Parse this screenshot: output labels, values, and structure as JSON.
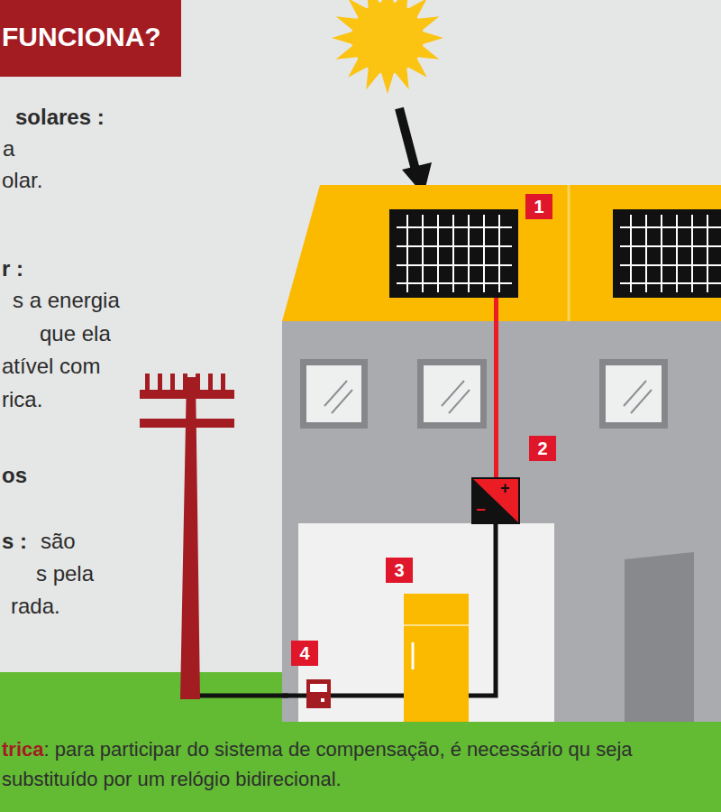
{
  "diagram": {
    "title": "FUNCIONA?",
    "nodes": [
      {
        "text": [
          "trica",
          ": para participar do sistema de compensação, é necessário qu seja substituído por um relógio bidirecional."
        ]
      }
    ],
    "labels": [
      "solares :",
      "a",
      "olar.",
      "r :",
      "s a energia",
      "que ela",
      "atível com",
      "rica.",
      "os",
      "s :",
      "são",
      "s pela",
      "rada.",
      "1",
      "2",
      "3",
      "4",
      "+",
      "−"
    ]
  }
}
